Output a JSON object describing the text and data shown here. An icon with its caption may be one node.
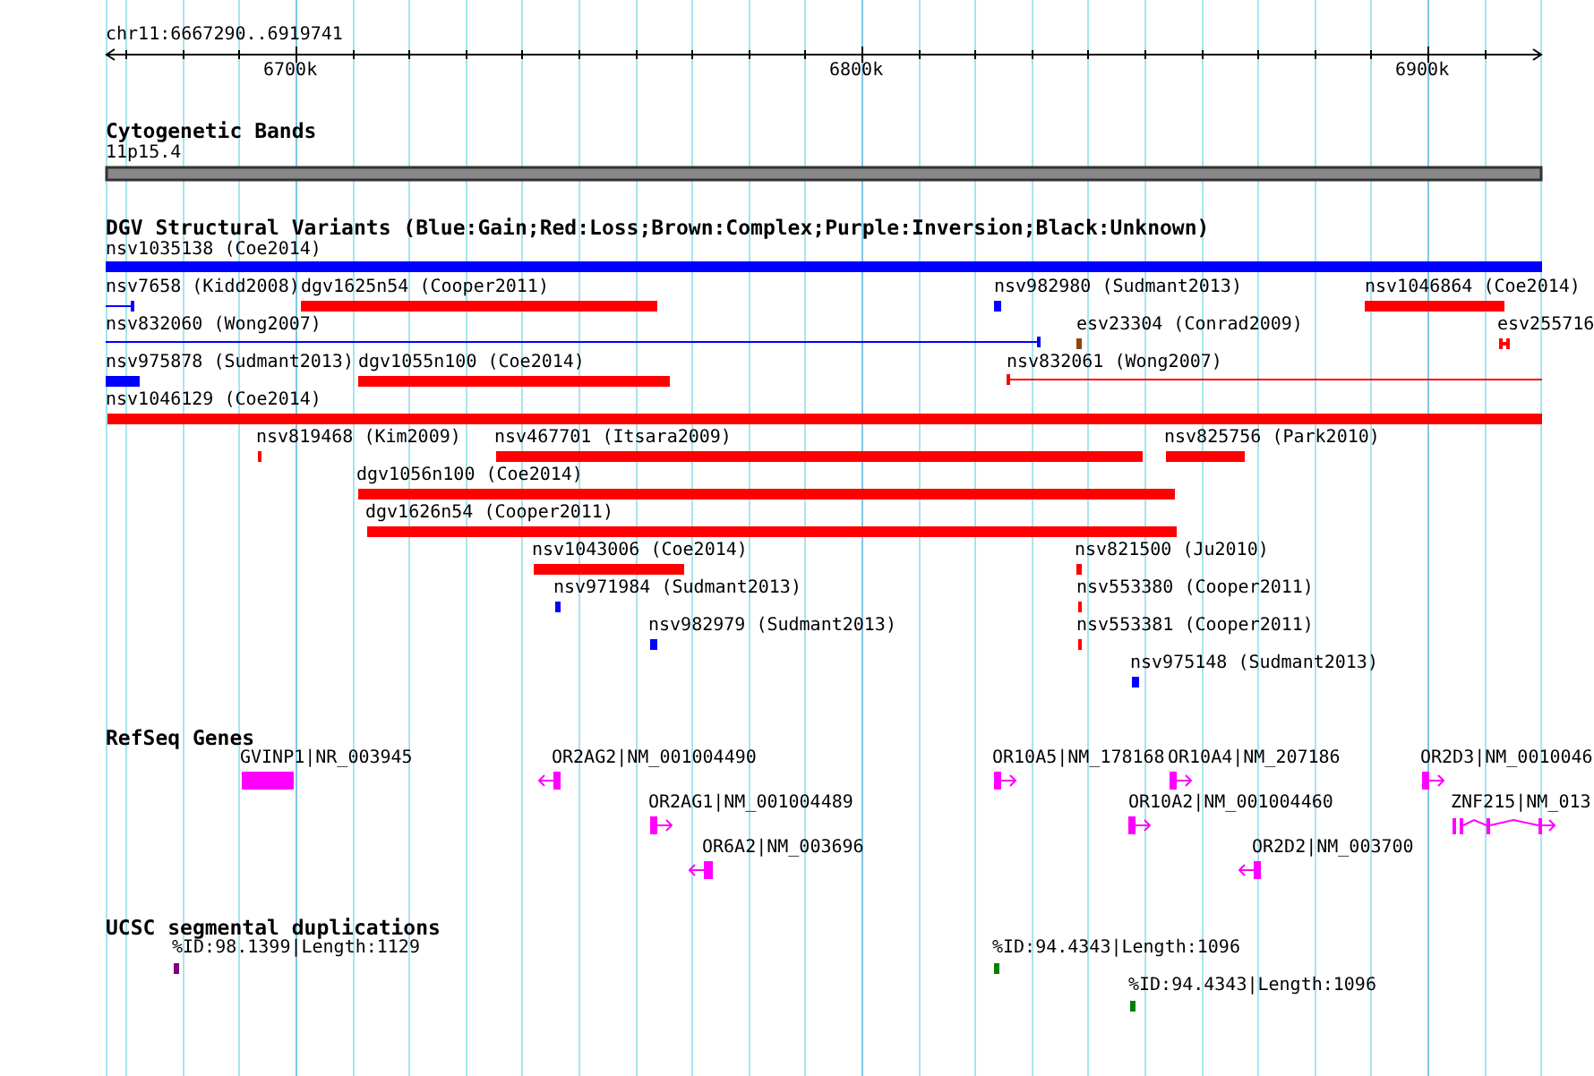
{
  "diagram": {
    "labels": [
      "chr11:6667290..6919741",
      "6700k",
      "6800k",
      "6900k",
      "Cytogenetic Bands",
      "11p15.4",
      "DGV Structural Variants (Blue:Gain;Red:Loss;Brown:Complex;Purple:Inversion;Black:Unknown)",
      "nsv1035138 (Coe2014)",
      "nsv7658 (Kidd2008)",
      "dgv1625n54 (Cooper2011)",
      "nsv982980 (Sudmant2013)",
      "nsv1046864 (Coe2014)",
      "nsv832060 (Wong2007)",
      "esv23304 (Conrad2009)",
      "esv255716",
      "nsv975878 (Sudmant2013)",
      "dgv1055n100 (Coe2014)",
      "nsv832061 (Wong2007)",
      "nsv1046129 (Coe2014)",
      "nsv819468 (Kim2009)",
      "nsv467701 (Itsara2009)",
      "nsv825756 (Park2010)",
      "dgv1056n100 (Coe2014)",
      "dgv1626n54 (Cooper2011)",
      "nsv1043006 (Coe2014)",
      "nsv821500 (Ju2010)",
      "nsv971984 (Sudmant2013)",
      "nsv553380 (Cooper2011)",
      "nsv982979 (Sudmant2013)",
      "nsv553381 (Cooper2011)",
      "nsv975148 (Sudmant2013)",
      "RefSeq Genes",
      "GVINP1|NR_003945",
      "OR2AG2|NM_001004490",
      "OR10A5|NM_178168",
      "OR10A4|NM_207186",
      "OR2D3|NM_0010046",
      "OR2AG1|NM_001004489",
      "OR10A2|NM_001004460",
      "ZNF215|NM_013",
      "OR6A2|NM_003696",
      "OR2D2|NM_003700",
      "UCSC segmental duplications",
      "%ID:98.1399|Length:1129",
      "%ID:94.4343|Length:1096",
      "%ID:94.4343|Length:1096"
    ]
  }
}
